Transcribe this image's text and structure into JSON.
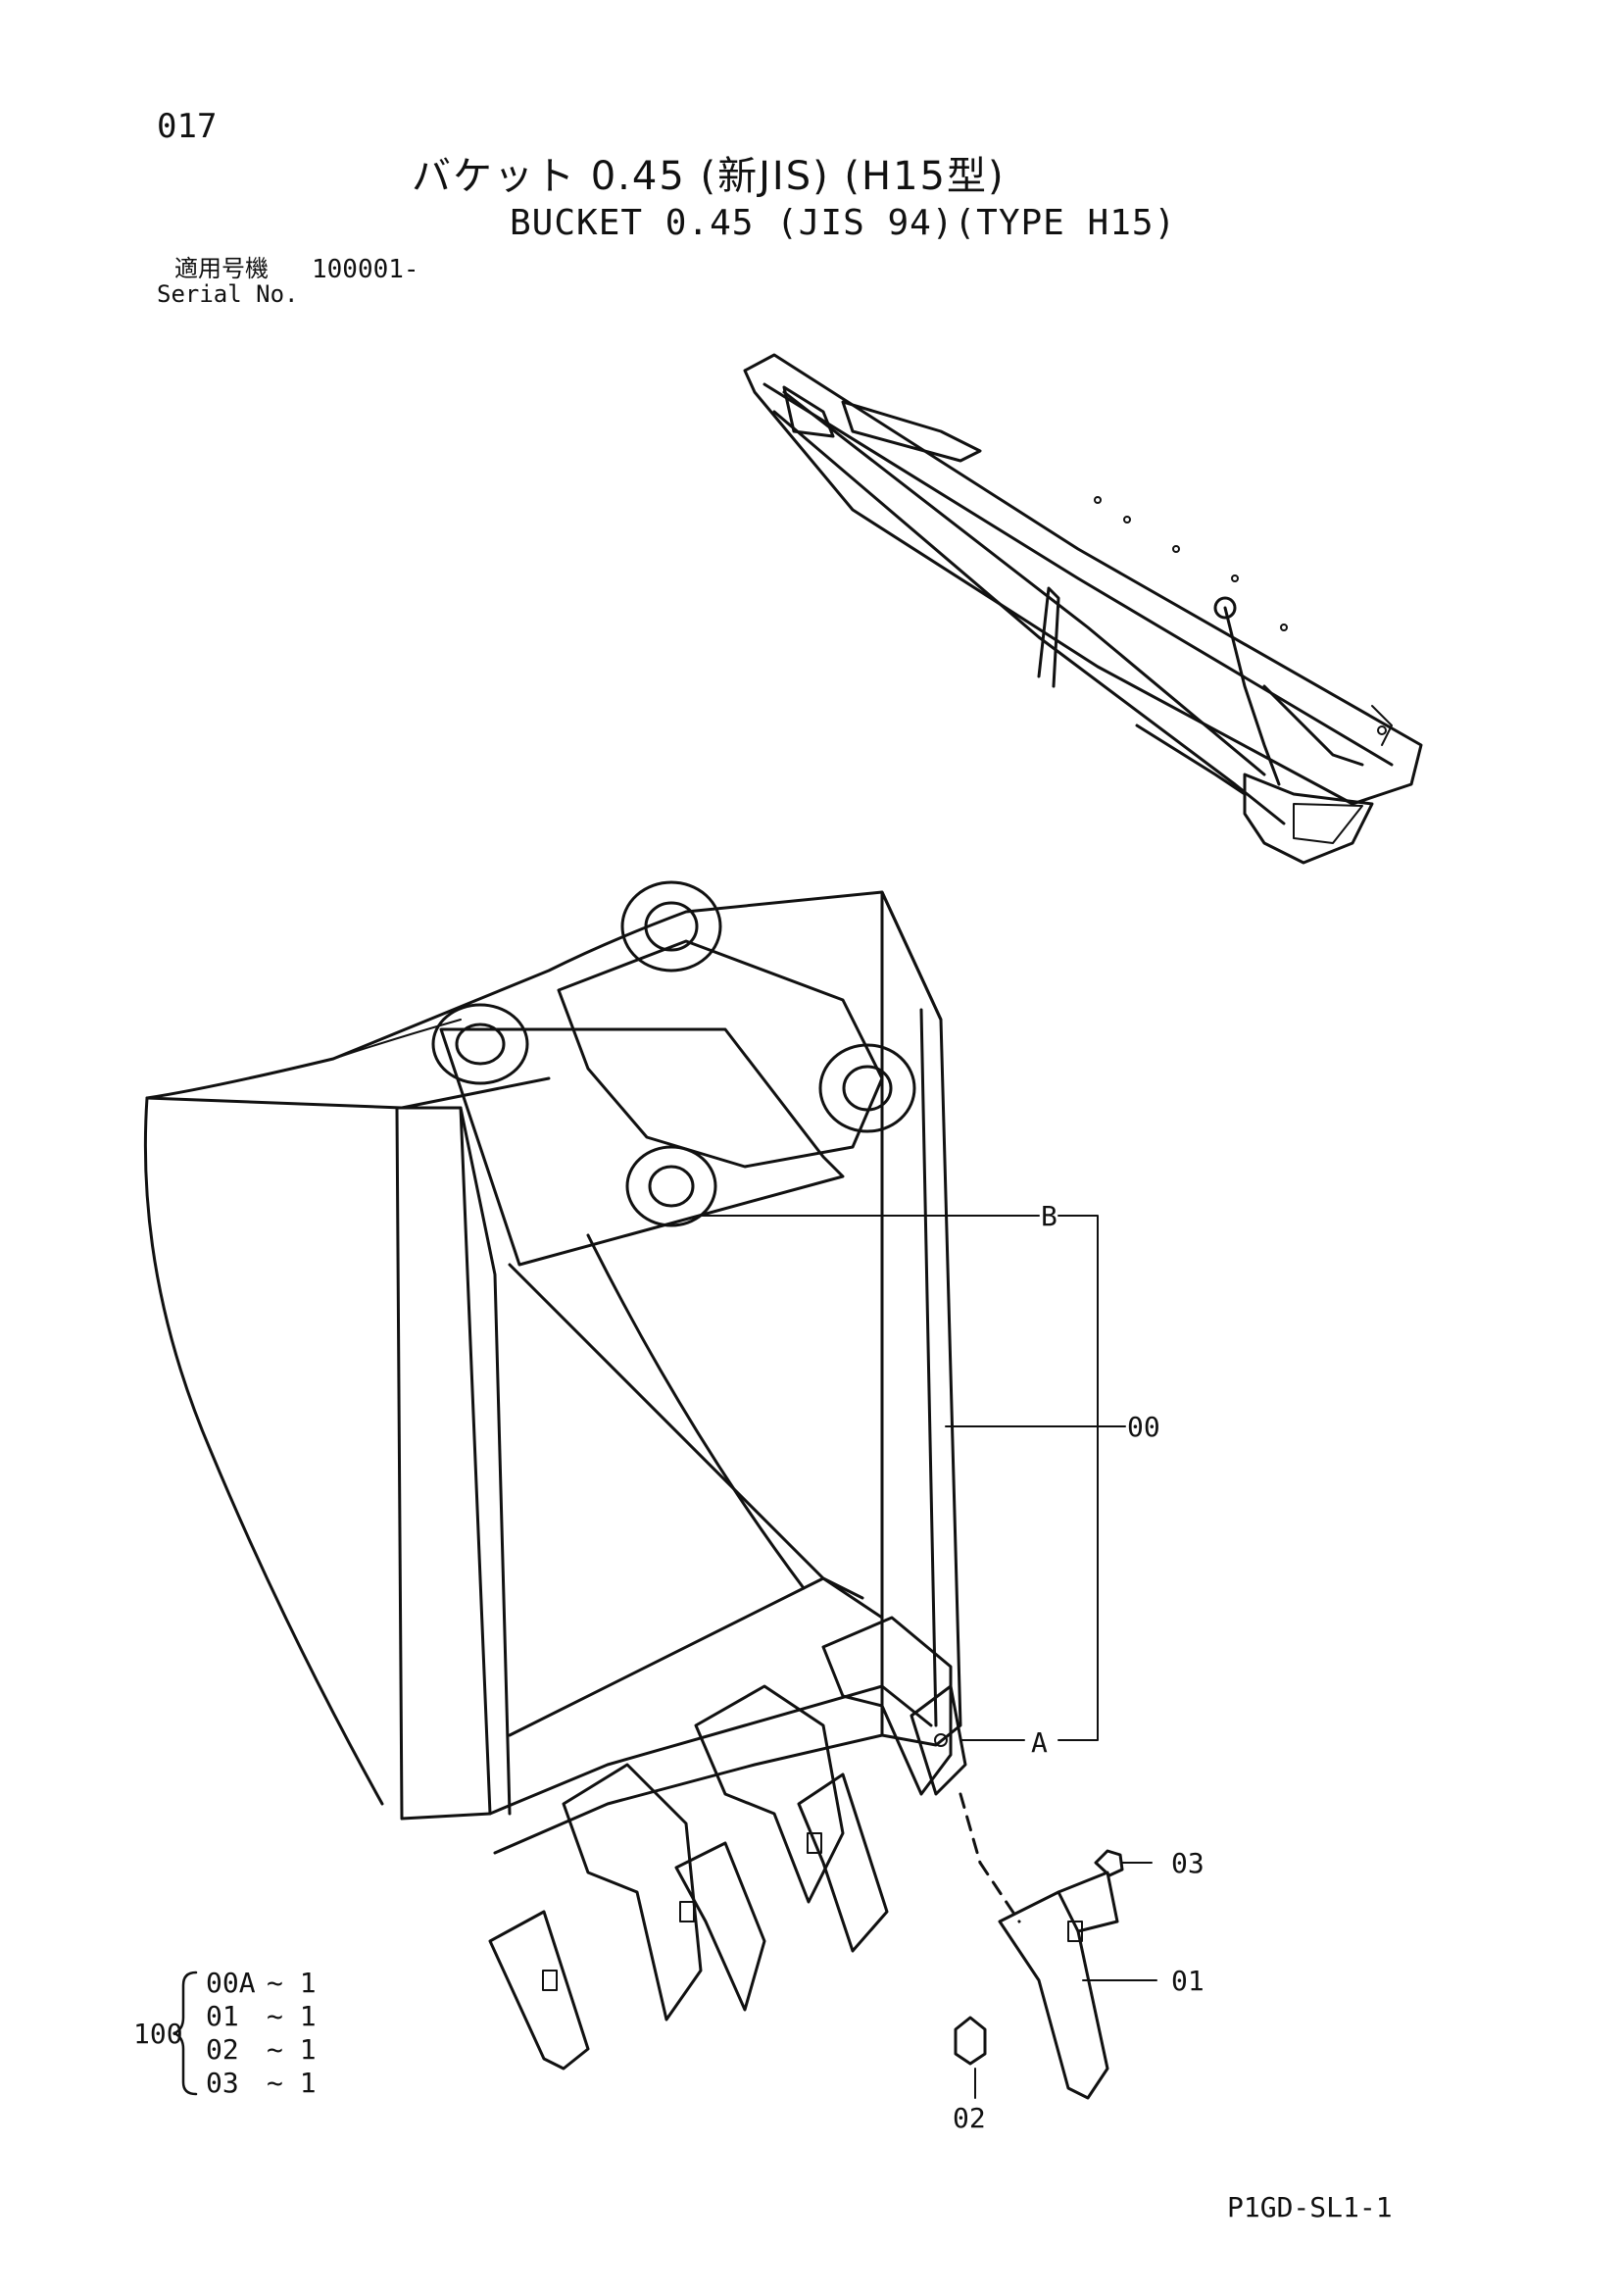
{
  "header": {
    "page_number": "017",
    "title_ja": "バケット 0.45 (新JIS) (H15型)",
    "title_en": "BUCKET 0.45 (JIS 94)(TYPE H15)",
    "serial_label_ja": "適用号機",
    "serial_value": "100001-",
    "serial_label_en": "Serial No."
  },
  "callouts": {
    "b": "B",
    "a": "A",
    "p00": "00",
    "p01": "01",
    "p02": "02",
    "p03": "03"
  },
  "kit": {
    "number": "100",
    "items": [
      {
        "part": "00A",
        "qty": "~ 1"
      },
      {
        "part": "01",
        "qty": "~ 1"
      },
      {
        "part": "02",
        "qty": "~ 1"
      },
      {
        "part": "03",
        "qty": "~ 1"
      }
    ]
  },
  "footer": {
    "drawing_code": "P1GD-SL1-1"
  }
}
